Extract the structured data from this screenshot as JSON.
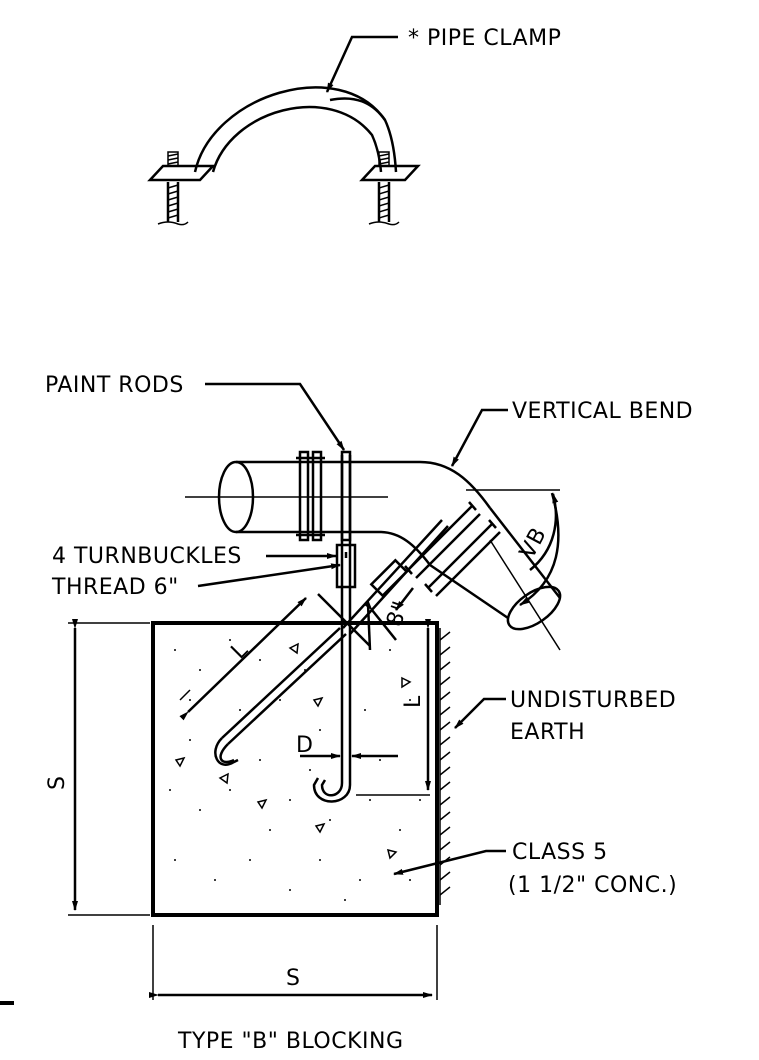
{
  "labels": {
    "pipe_clamp": "* PIPE CLAMP",
    "paint_rods": "PAINT RODS",
    "vertical_bend": "VERTICAL BEND",
    "turnbuckles": "4 TURNBUCKLES",
    "thread": "THREAD 6\"",
    "eight_inch": "8\"",
    "vb": "VB",
    "l_diag": "L",
    "l_vert": "L",
    "d": "D",
    "s_vert": "S",
    "s_horiz": "S",
    "undisturbed_1": "UNDISTURBED",
    "undisturbed_2": "EARTH",
    "class5_1": "CLASS 5",
    "class5_2": "(1 1/2\" CONC.)",
    "caption": "TYPE \"B\" BLOCKING"
  }
}
